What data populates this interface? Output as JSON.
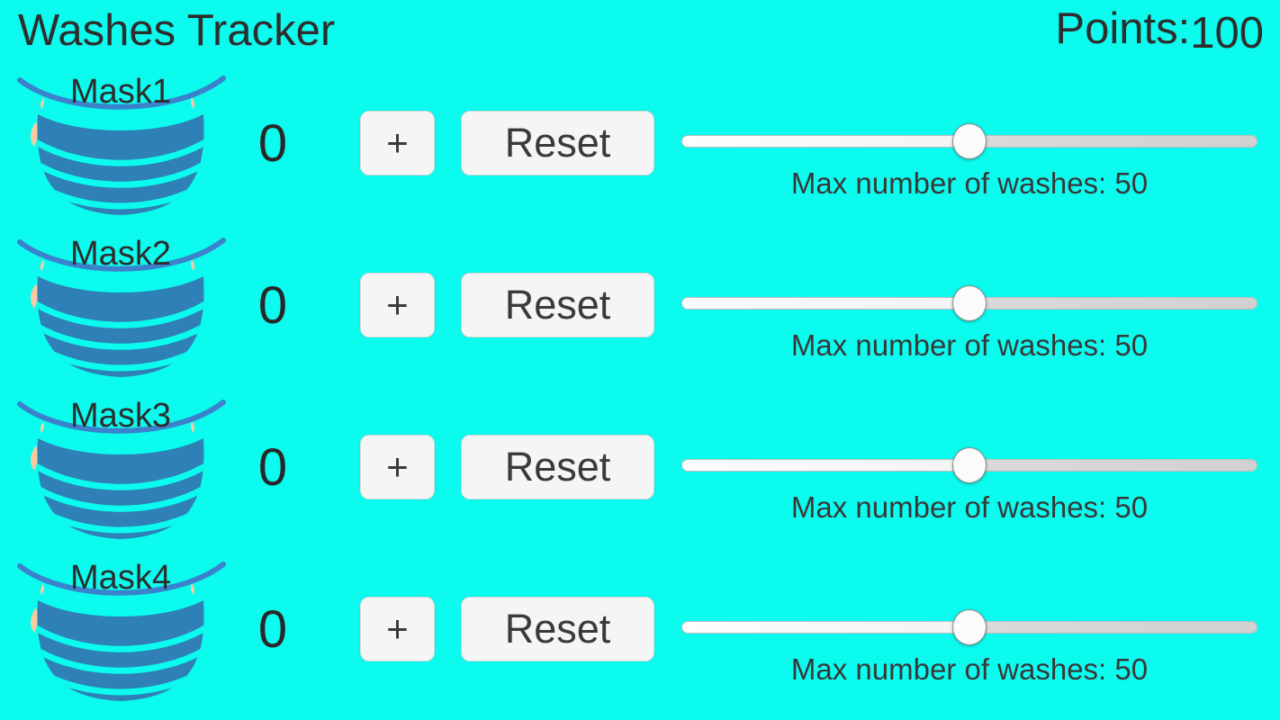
{
  "header": {
    "title": "Washes Tracker",
    "points_label": "Points:",
    "points_value": "100"
  },
  "colors": {
    "background": "#0bfbef",
    "mask_body": "#2e80b6",
    "mask_strap": "#3b82cd",
    "mask_skin": "#f6cba2",
    "button_background": "#f5f5f5",
    "text": "#333333"
  },
  "rows": [
    {
      "mask_label": "Mask1",
      "count": "0",
      "plus_label": "+",
      "reset_label": "Reset",
      "slider_value": "50",
      "max_label": "Max number of washes: 50"
    },
    {
      "mask_label": "Mask2",
      "count": "0",
      "plus_label": "+",
      "reset_label": "Reset",
      "slider_value": "50",
      "max_label": "Max number of washes: 50"
    },
    {
      "mask_label": "Mask3",
      "count": "0",
      "plus_label": "+",
      "reset_label": "Reset",
      "slider_value": "50",
      "max_label": "Max number of washes: 50"
    },
    {
      "mask_label": "Mask4",
      "count": "0",
      "plus_label": "+",
      "reset_label": "Reset",
      "slider_value": "50",
      "max_label": "Max number of washes: 50"
    }
  ]
}
